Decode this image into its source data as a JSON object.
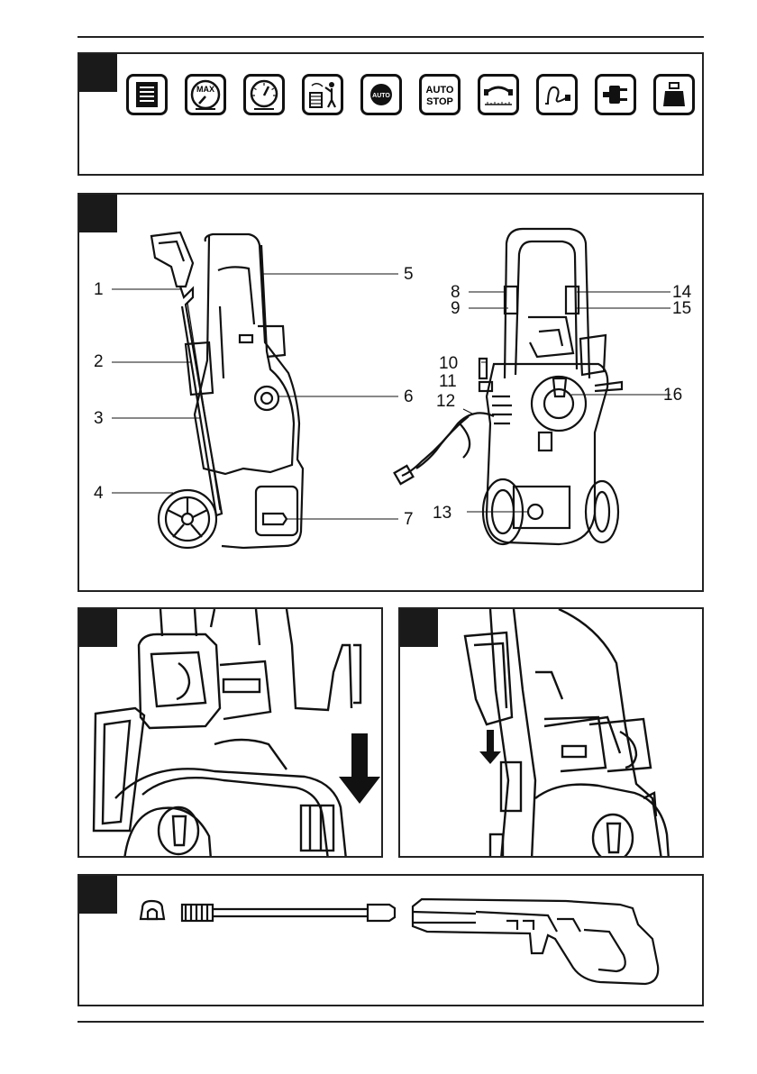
{
  "symbols": [
    {
      "icon": "manual-book-icon"
    },
    {
      "icon": "max-pressure-gauge-icon",
      "text": "MAX"
    },
    {
      "icon": "pressure-gauge-icon"
    },
    {
      "icon": "flow-rate-icon"
    },
    {
      "icon": "auto-button-icon",
      "text": "AUTO"
    },
    {
      "icon": "auto-stop-icon",
      "line1": "AUTO",
      "line2": "STOP"
    },
    {
      "icon": "hose-length-icon"
    },
    {
      "icon": "power-cable-icon"
    },
    {
      "icon": "power-plug-icon"
    },
    {
      "icon": "weight-icon"
    }
  ],
  "callouts": [
    "1",
    "2",
    "3",
    "4",
    "5",
    "6",
    "7",
    "8",
    "9",
    "10",
    "11",
    "12",
    "13",
    "14",
    "15",
    "16"
  ],
  "colors": {
    "ink": "#111111",
    "tag": "#1a1a1a",
    "panel_border": "#222222"
  }
}
